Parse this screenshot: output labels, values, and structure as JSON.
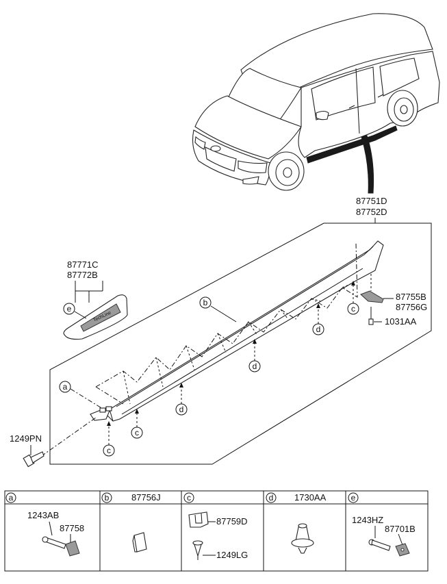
{
  "callouts": {
    "sill_main_1": "87751D",
    "sill_main_2": "87752D",
    "garnish_1": "87771C",
    "garnish_2": "87772B",
    "bracket_1": "87755B",
    "bracket_2": "87756G",
    "screw_right": "1031AA",
    "bolt_left": "1249PN"
  },
  "letters": {
    "a": "a",
    "b": "b",
    "c": "c",
    "d": "d",
    "e": "e"
  },
  "legend": [
    {
      "letter": "a",
      "header": "",
      "parts": [
        "1243AB",
        "87758"
      ]
    },
    {
      "letter": "b",
      "header": "87756J",
      "parts": []
    },
    {
      "letter": "c",
      "header": "",
      "parts": [
        "87759D",
        "1249LG"
      ]
    },
    {
      "letter": "d",
      "header": "1730AA",
      "parts": []
    },
    {
      "letter": "e",
      "header": "",
      "parts": [
        "1243HZ",
        "87701B"
      ]
    }
  ],
  "garnish_badge": "TechLine"
}
